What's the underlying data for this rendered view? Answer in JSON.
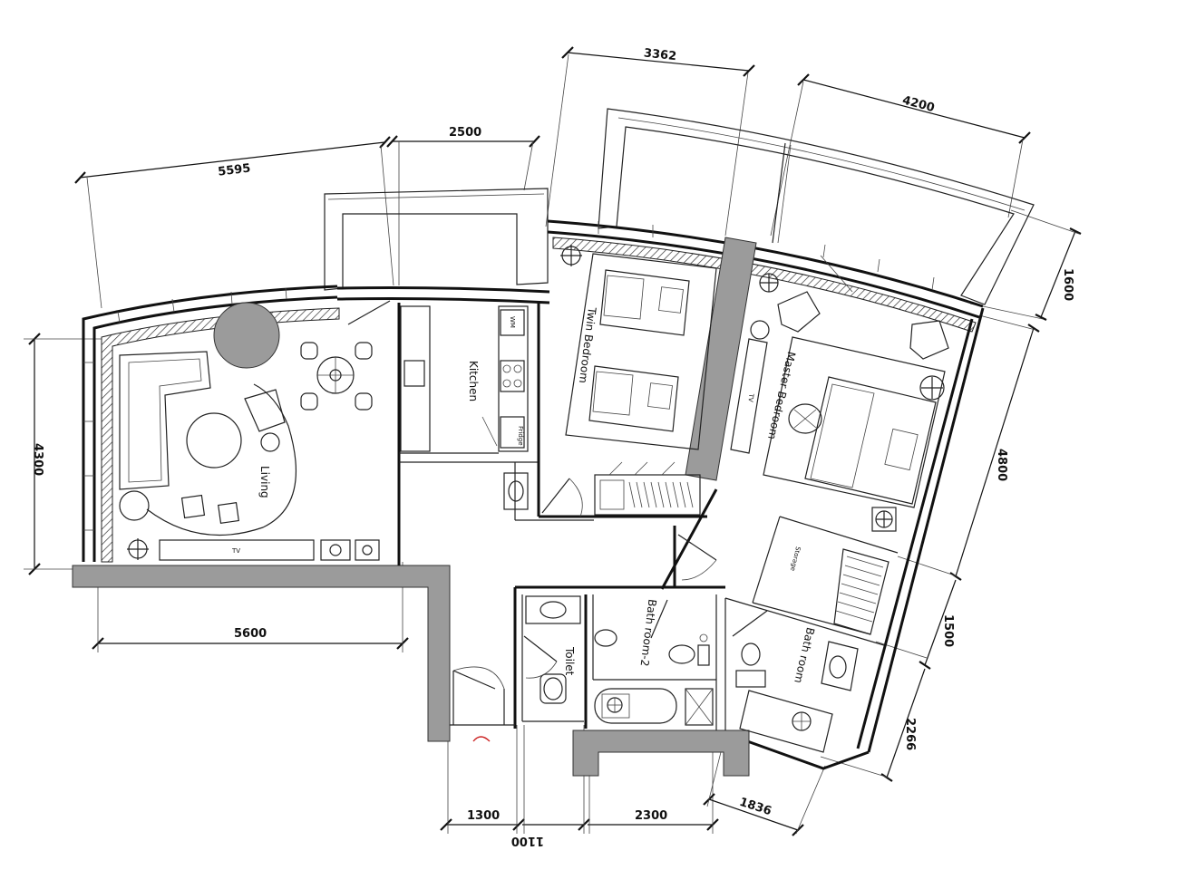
{
  "dimensions": {
    "top_living": "5595",
    "top_kitchen": "2500",
    "top_twin": "3362",
    "top_master": "4200",
    "left_height": "4300",
    "bottom_living": "5600",
    "right_balcony": "1600",
    "right_master": "4800",
    "right_bath_mid": "1500",
    "right_bath_low": "2266",
    "bottom_entry": "1300",
    "bottom_toilet": "1100",
    "bottom_bath2": "2300",
    "bottom_right": "1836"
  },
  "rooms": {
    "living": "Living",
    "kitchen": "Kitchen",
    "twin_bedroom": "Twin Bedroom",
    "master_bedroom": "Master Bedroom",
    "toilet": "Toilet",
    "bath_room_2": "Bath room-2",
    "bath_room": "Bath room"
  },
  "labels": {
    "tv_living": "TV",
    "tv_master": "TV",
    "fridge": "Fridge",
    "wm": "WM",
    "storage": "Storage"
  }
}
